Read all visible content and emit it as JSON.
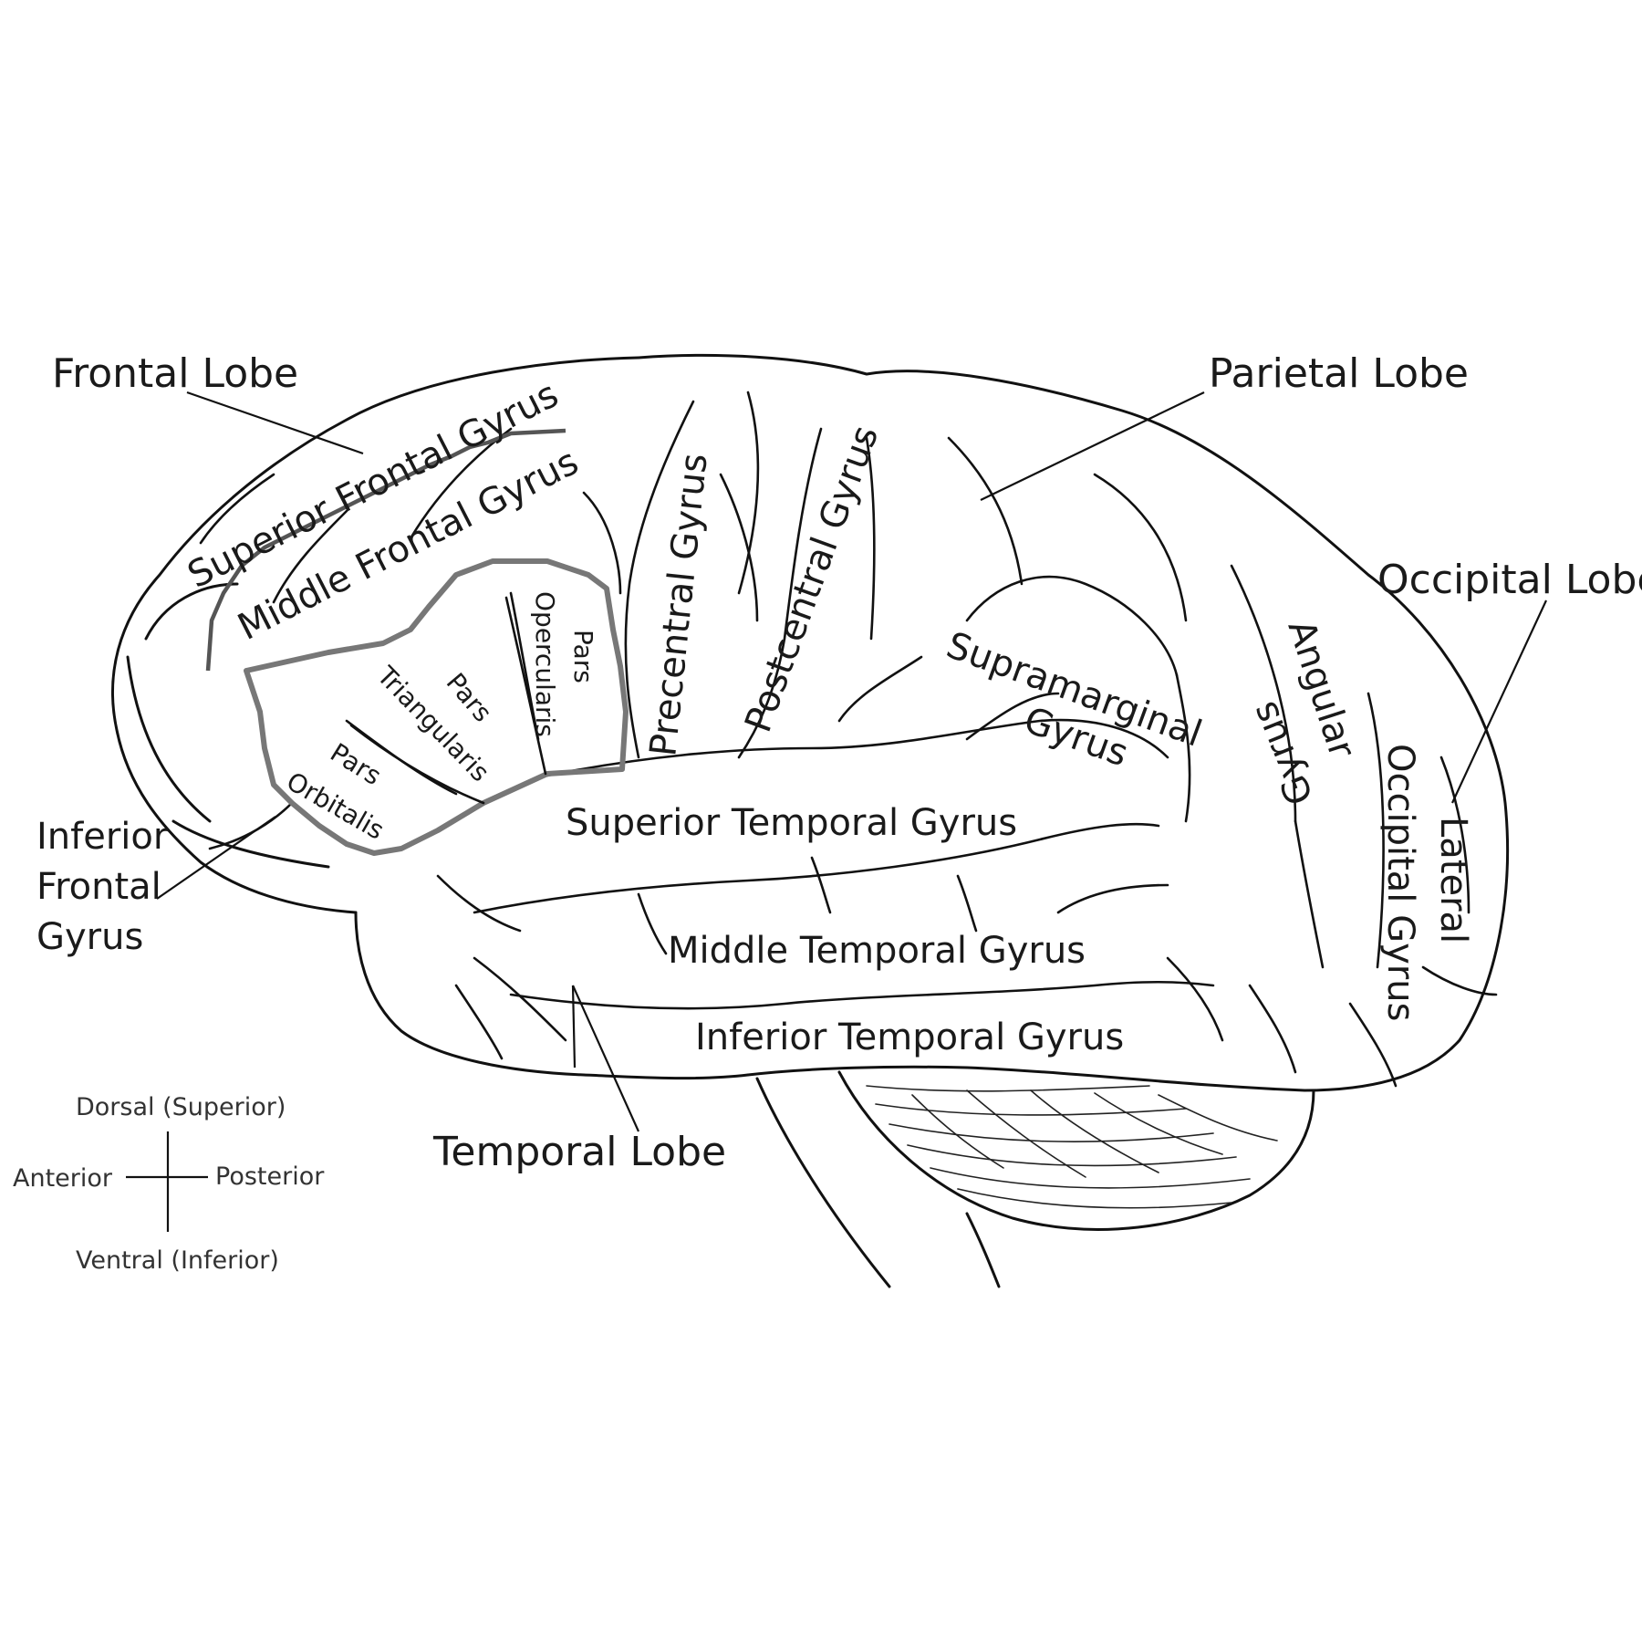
{
  "lobes": {
    "frontal": "Frontal Lobe",
    "parietal": "Parietal Lobe",
    "occipital": "Occipital Lobe",
    "temporal": "Temporal Lobe"
  },
  "gyri": {
    "superior_frontal": "Superior Frontal Gyrus",
    "middle_frontal": "Middle Frontal Gyrus",
    "precentral": "Precentral Gyrus",
    "postcentral": "Postcentral Gyrus",
    "supramarginal_1": "Supramarginal",
    "supramarginal_2": "Gyrus",
    "angular_1": "Angular",
    "angular_2": "Gyrus",
    "lateral_occipital_1": "Lateral",
    "lateral_occipital_2": "Occipital Gyrus",
    "superior_temporal": "Superior Temporal Gyrus",
    "middle_temporal": "Middle Temporal Gyrus",
    "inferior_temporal": "Inferior Temporal Gyrus",
    "inferior_frontal_1": "Inferior",
    "inferior_frontal_2": "Frontal",
    "inferior_frontal_3": "Gyrus"
  },
  "pars": {
    "opercularis_1": "Pars",
    "opercularis_2": "Opercularis",
    "triangularis_1": "Pars",
    "triangularis_2": "Triangularis",
    "orbitalis_1": "Pars",
    "orbitalis_2": "Orbitalis"
  },
  "compass": {
    "dorsal": "Dorsal (Superior)",
    "ventral": "Ventral (Inferior)",
    "anterior": "Anterior",
    "posterior": "Posterior"
  }
}
